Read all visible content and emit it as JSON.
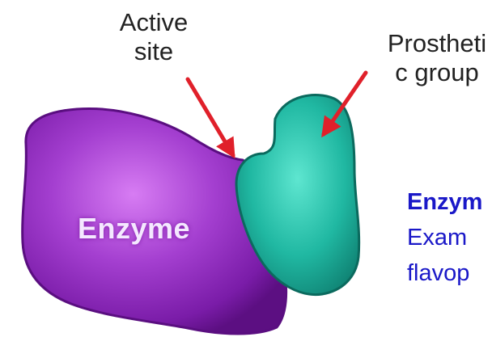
{
  "labels": {
    "active_site": [
      "Active",
      "site"
    ],
    "prosthetic_group": [
      "Prostheti",
      "c group"
    ],
    "enzyme": "Enzyme"
  },
  "side_text": {
    "heading": "Enzym",
    "line2": "Exam",
    "line3": "flavop"
  },
  "colors": {
    "enzyme_purple": "#8a22b4",
    "prosthetic_teal": "#1fb8a4",
    "arrow_red": "#e0202a",
    "side_text_blue": "#1a18c8"
  }
}
